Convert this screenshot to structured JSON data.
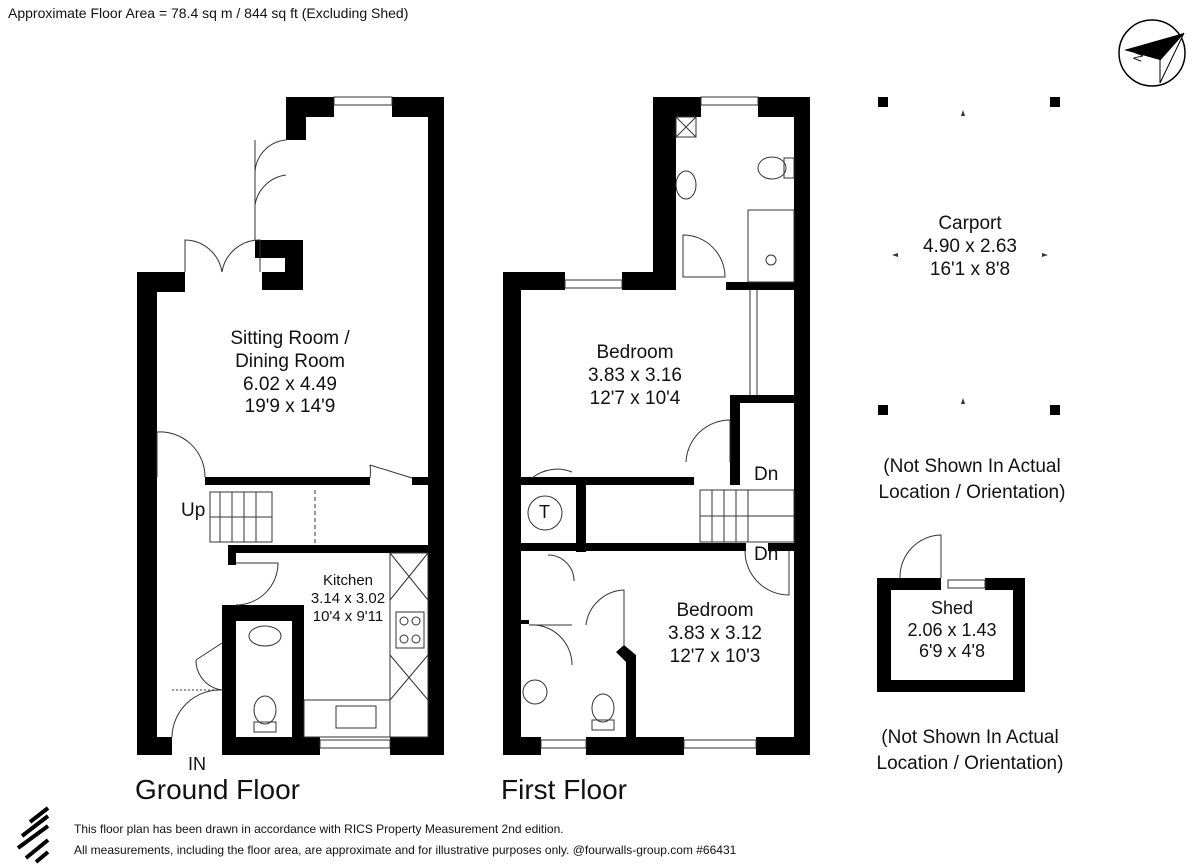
{
  "header": {
    "area_text": "Approximate Floor Area = 78.4 sq m / 844 sq ft (Excluding Shed)"
  },
  "ground_floor": {
    "title": "Ground Floor",
    "sitting_room": {
      "name_line1": "Sitting Room /",
      "name_line2": "Dining Room",
      "metric": "6.02 x 4.49",
      "imperial": "19'9 x 14'9"
    },
    "kitchen": {
      "name": "Kitchen",
      "metric": "3.14 x 3.02",
      "imperial": "10'4 x 9'11"
    },
    "stairs_label": "Up",
    "entrance_label": "IN"
  },
  "first_floor": {
    "title": "First Floor",
    "bedroom1": {
      "name": "Bedroom",
      "metric": "3.83 x 3.16",
      "imperial": "12'7 x 10'4"
    },
    "bedroom2": {
      "name": "Bedroom",
      "metric": "3.83 x 3.12",
      "imperial": "12'7 x 10'3"
    },
    "stairs_label_1": "Dn",
    "stairs_label_2": "Dn",
    "tank_label": "T"
  },
  "carport": {
    "name": "Carport",
    "metric": "4.90 x 2.63",
    "imperial": "16'1 x 8'8",
    "note_line1": "(Not Shown In Actual",
    "note_line2": "Location / Orientation)"
  },
  "shed": {
    "name": "Shed",
    "metric": "2.06 x 1.43",
    "imperial": "6'9 x 4'8",
    "note_line1": "(Not Shown In Actual",
    "note_line2": "Location / Orientation)"
  },
  "compass": {
    "letter": "N"
  },
  "footer": {
    "line1": "This floor plan has been drawn in accordance with RICS Property Measurement 2nd edition.",
    "line2": "All measurements, including the floor area, are approximate and for illustrative purposes only. @fourwalls-group.com #66431"
  }
}
